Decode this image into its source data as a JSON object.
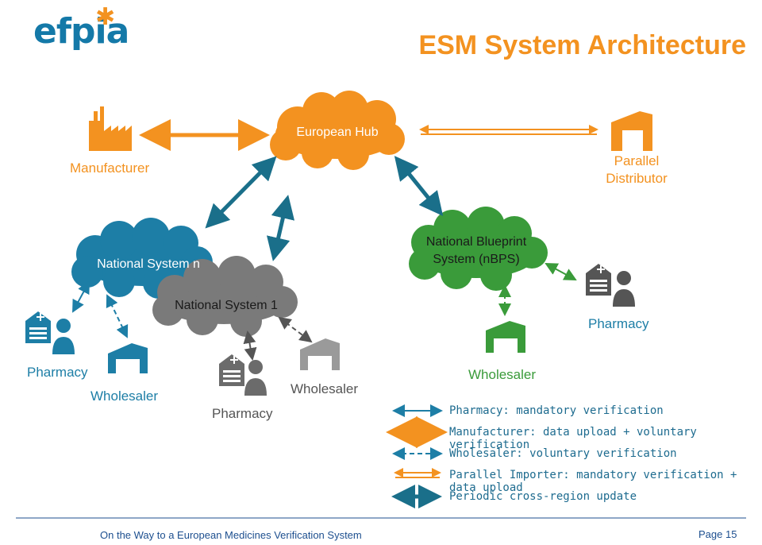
{
  "header": {
    "logo": "efpia",
    "title": "ESM System Architecture"
  },
  "nodes": {
    "european_hub": "European Hub",
    "manufacturer": "Manufacturer",
    "parallel_distributor": "Parallel Distributor",
    "national_system_n": "National System n",
    "national_system_1": "National System 1",
    "nbps_line1": "National Blueprint",
    "nbps_line2": "System (nBPS)",
    "pharmacy_left": "Pharmacy",
    "wholesaler_left": "Wholesaler",
    "pharmacy_mid": "Pharmacy",
    "wholesaler_mid": "Wholesaler",
    "wholesaler_green": "Wholesaler",
    "pharmacy_right": "Pharmacy"
  },
  "legend": [
    {
      "style": "thin-blue",
      "label": "Pharmacy: mandatory verification"
    },
    {
      "style": "thick-orange",
      "label": "Manufacturer: data upload + voluntary verification"
    },
    {
      "style": "dashed-blue",
      "label": "Wholesaler: voluntary verification"
    },
    {
      "style": "double-orange",
      "label": "Parallel Importer: mandatory verification + data upload"
    },
    {
      "style": "thick-teal",
      "label": "Periodic cross-region update"
    }
  ],
  "footer": {
    "left": "On the Way to a European Medicines Verification System",
    "right": "Page 15"
  },
  "colors": {
    "orange": "#f39220",
    "blue": "#1d7ea6",
    "teal": "#1a6f8a",
    "grey": "#7a7a7a",
    "green": "#3a9b3a"
  }
}
